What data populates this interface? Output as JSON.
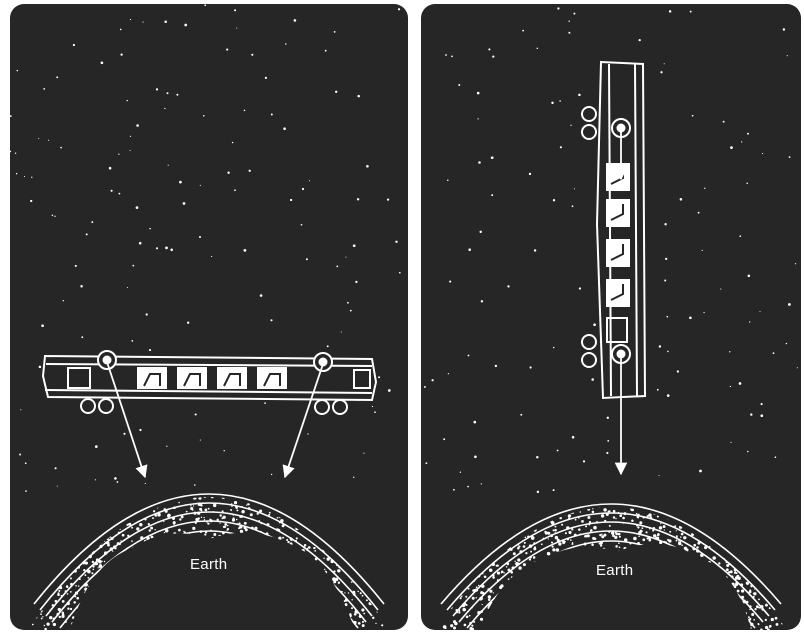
{
  "panels": [
    {
      "id": "horizontal",
      "earth_label": "Earth"
    },
    {
      "id": "vertical",
      "earth_label": "Earth"
    }
  ],
  "colors": {
    "background": "#262626",
    "ink": "#ffffff",
    "page": "#ffffff"
  }
}
